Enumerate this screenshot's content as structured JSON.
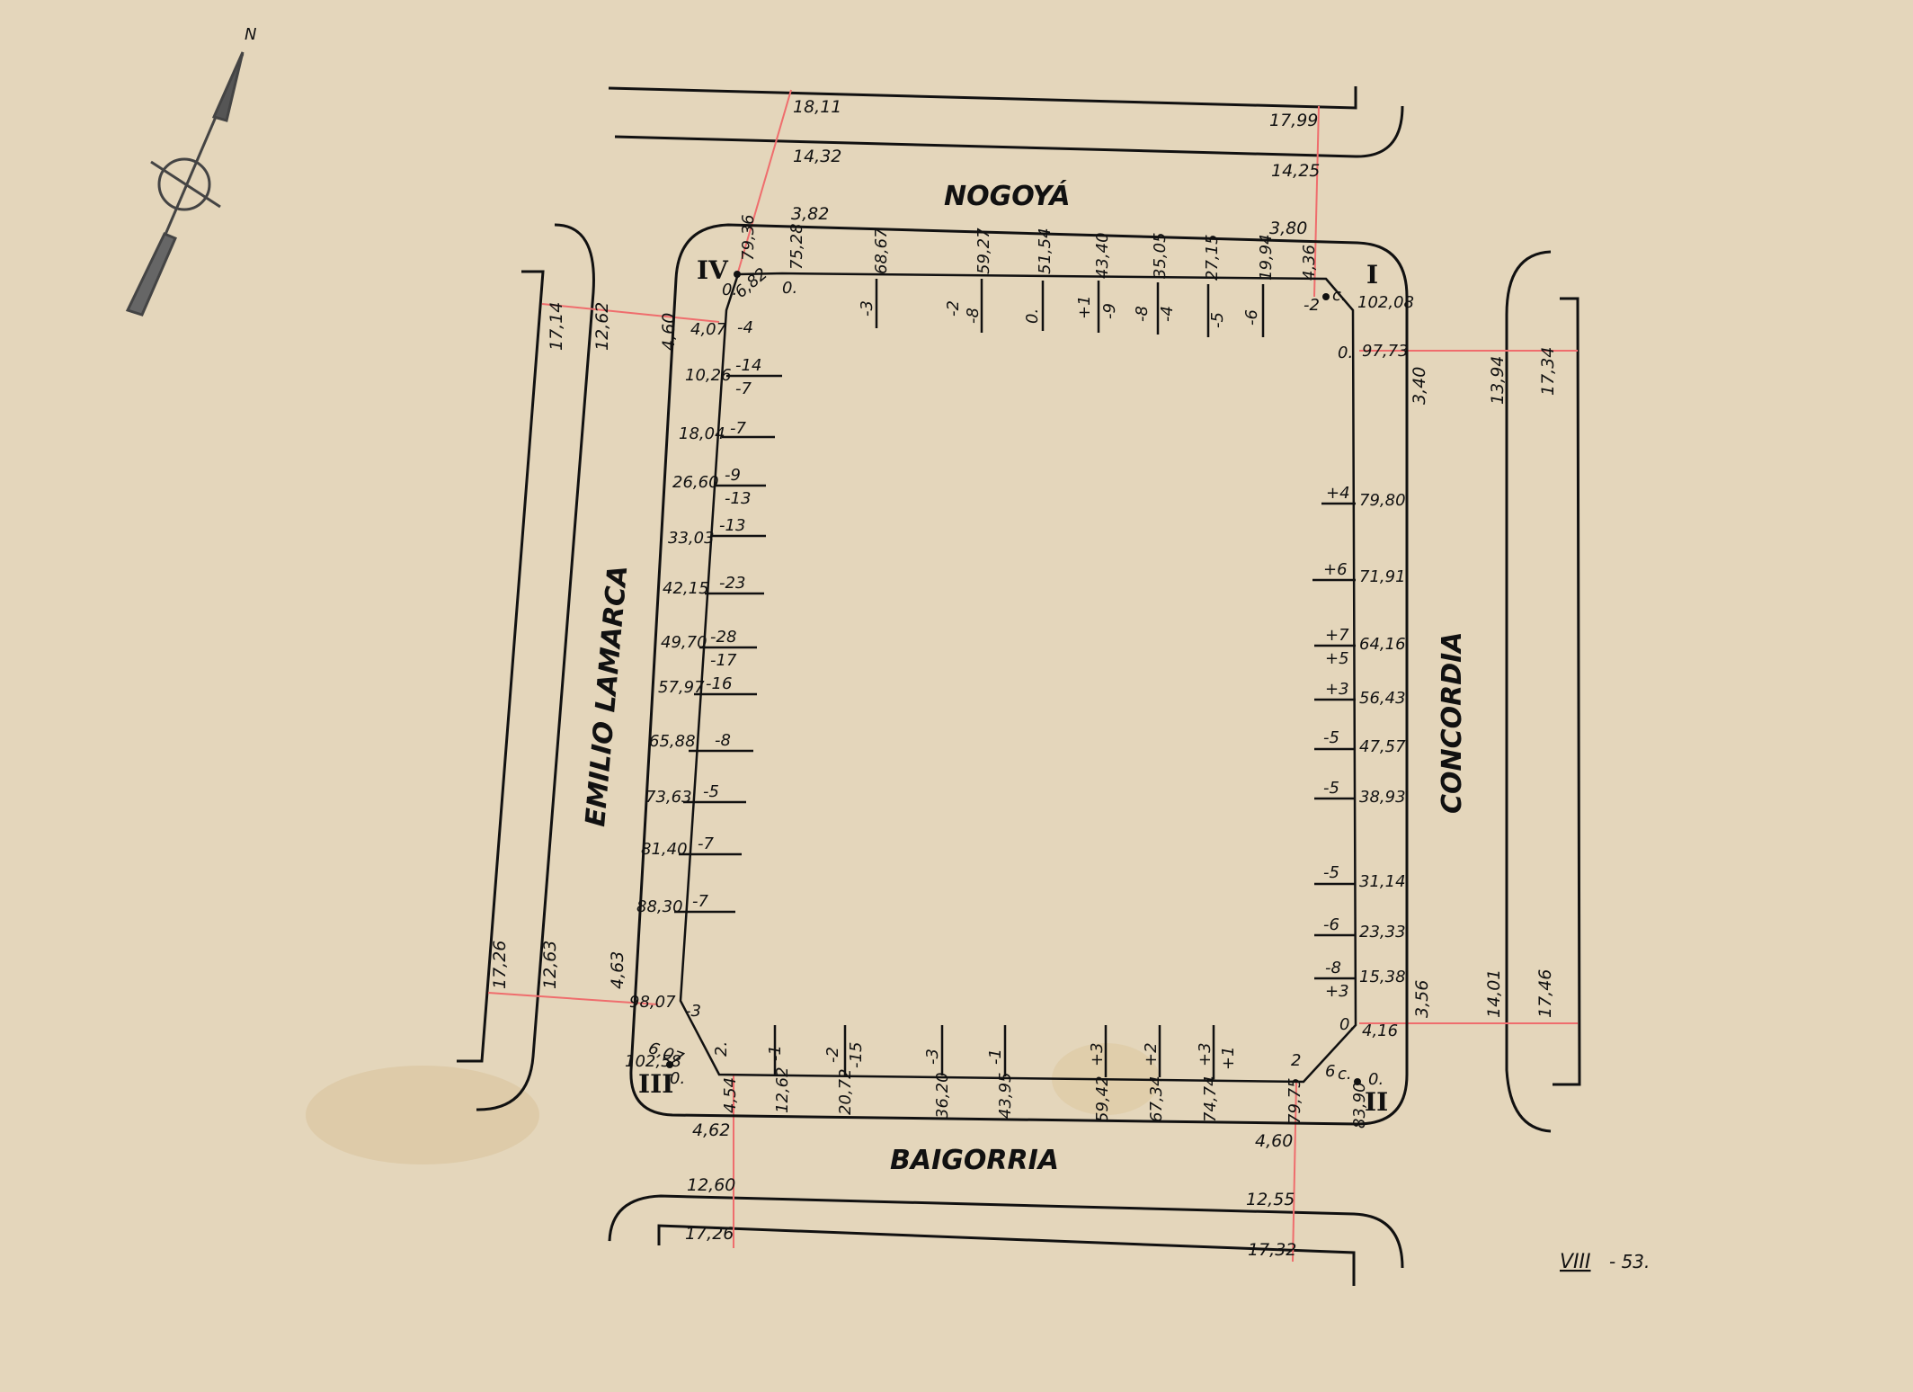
{
  "map": {
    "streets": {
      "north": "NOGOYÁ",
      "east": "CONCORDIA",
      "south": "BAIGORRIA",
      "west": "EMILIO LAMARCA"
    },
    "north_arrow": "N",
    "corners": {
      "c1": "I",
      "c2": "II",
      "c3": "III",
      "c4": "IV"
    },
    "date_note": {
      "month": "VIII",
      "year": "- 53."
    },
    "ties": {
      "north": [
        "18,11",
        "14,32",
        "3,82",
        "17,99",
        "14,25",
        "3,80"
      ],
      "east": [
        "3,40",
        "13,94",
        "17,34",
        "3,56",
        "14,01",
        "17,46"
      ],
      "south": [
        "4,62",
        "12,60",
        "17,26",
        "4,60",
        "12,55",
        "17,32"
      ],
      "west": [
        "17,14",
        "12,62",
        "4,60",
        "17,26",
        "12,63",
        "4,63"
      ]
    },
    "corner_values": {
      "c1": [
        "102,08",
        "97,73",
        "-2",
        "0.",
        "c."
      ],
      "c2": [
        "83,90",
        "4,16",
        "2",
        "6",
        "c.",
        "0.",
        "0."
      ],
      "c3": [
        "102,58",
        "98,07",
        "6,07",
        "-3",
        "2.",
        "0."
      ],
      "c4": [
        "79,36",
        "75,28",
        "6,82",
        "4,07",
        "-4",
        "0.",
        "0."
      ]
    },
    "north_side": [
      {
        "dist": "68,67",
        "levels": [
          "-3"
        ]
      },
      {
        "dist": "59,27",
        "levels": [
          "-2",
          "-8"
        ]
      },
      {
        "dist": "51,54",
        "levels": [
          "0."
        ]
      },
      {
        "dist": "43,40",
        "levels": [
          "+1",
          "-9"
        ]
      },
      {
        "dist": "35,05",
        "levels": [
          "-8",
          "-4"
        ]
      },
      {
        "dist": "27,15",
        "levels": [
          "-5"
        ]
      },
      {
        "dist": "19,94",
        "levels": [
          "-6"
        ]
      },
      {
        "dist": "4,36",
        "levels": []
      }
    ],
    "west_side": [
      {
        "dist": "10,26",
        "levels": [
          "-14",
          "-7"
        ]
      },
      {
        "dist": "18,04",
        "levels": [
          "-7"
        ]
      },
      {
        "dist": "26,60",
        "levels": [
          "-9",
          "-13"
        ]
      },
      {
        "dist": "33,03",
        "levels": [
          "-13"
        ]
      },
      {
        "dist": "42,15",
        "levels": [
          "-23"
        ]
      },
      {
        "dist": "49,70",
        "levels": [
          "-28",
          "-17"
        ]
      },
      {
        "dist": "57,97",
        "levels": [
          "-16"
        ]
      },
      {
        "dist": "65,88",
        "levels": [
          "-8"
        ]
      },
      {
        "dist": "73,63",
        "levels": [
          "-5"
        ]
      },
      {
        "dist": "81,40",
        "levels": [
          "-7"
        ]
      },
      {
        "dist": "88,30",
        "levels": [
          "-7"
        ]
      }
    ],
    "east_side": [
      {
        "dist": "79,80",
        "levels": [
          "+4"
        ]
      },
      {
        "dist": "71,91",
        "levels": [
          "+6"
        ]
      },
      {
        "dist": "64,16",
        "levels": [
          "+7",
          "+5"
        ]
      },
      {
        "dist": "56,43",
        "levels": [
          "+3"
        ]
      },
      {
        "dist": "47,57",
        "levels": [
          "-5"
        ]
      },
      {
        "dist": "38,93",
        "levels": [
          "-5"
        ]
      },
      {
        "dist": "31,14",
        "levels": [
          "-5"
        ]
      },
      {
        "dist": "23,33",
        "levels": [
          "-6"
        ]
      },
      {
        "dist": "15,38",
        "levels": [
          "-8",
          "+3"
        ]
      }
    ],
    "south_side": [
      {
        "dist": "4,54",
        "levels": []
      },
      {
        "dist": "12,62",
        "levels": [
          "-1"
        ]
      },
      {
        "dist": "20,72",
        "levels": [
          "-2",
          "-15"
        ]
      },
      {
        "dist": "36,20",
        "levels": [
          "-3"
        ]
      },
      {
        "dist": "43,95",
        "levels": [
          "-1"
        ]
      },
      {
        "dist": "59,42",
        "levels": [
          "+3"
        ]
      },
      {
        "dist": "67,34",
        "levels": [
          "+2"
        ]
      },
      {
        "dist": "74,74",
        "levels": [
          "+3",
          "+1"
        ]
      },
      {
        "dist": "79,75",
        "levels": []
      }
    ],
    "colors": {
      "ink": "#111111",
      "tie_line": "#ef6d6d",
      "paper": "#e4d6bb"
    }
  }
}
